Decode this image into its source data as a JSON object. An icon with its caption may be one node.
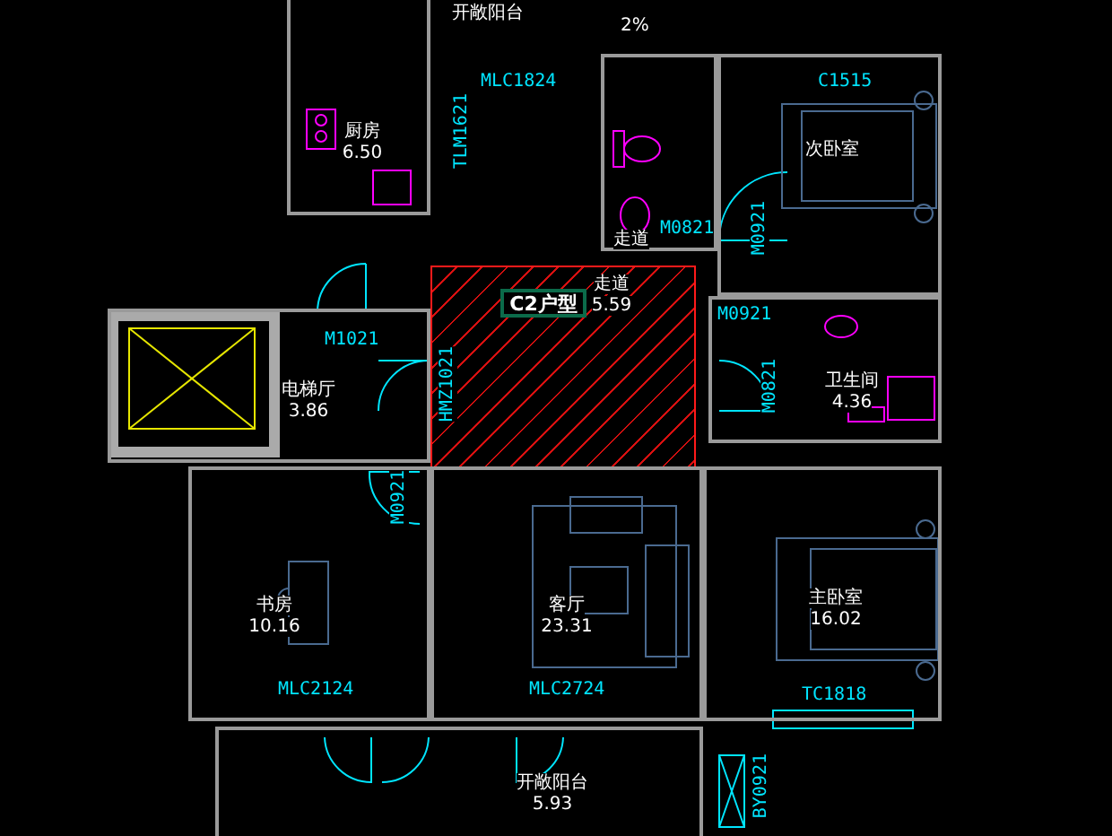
{
  "diagram": {
    "nodes": [
      {
        "text": [
          "厨房",
          "6.50"
        ]
      },
      {
        "text": [
          "走道"
        ]
      },
      {
        "text": [
          "次卧室"
        ]
      },
      {
        "text": [
          "走道",
          "5.59"
        ]
      },
      {
        "text": [
          "C2户型"
        ],
        "in": 3
      },
      {
        "text": [
          "电梯厅",
          "3.86"
        ]
      },
      {
        "text": [
          "卫生间",
          "4.36"
        ]
      },
      {
        "text": [
          "书房",
          "10.16"
        ]
      },
      {
        "text": [
          "客厅",
          "23.31"
        ]
      },
      {
        "text": [
          "主卧室",
          "16.02"
        ]
      },
      {
        "text": [
          "开敞阳台",
          "5.93"
        ]
      }
    ],
    "edges": [],
    "labels": [
      "开敞阳台",
      "2%",
      "MLC1824",
      "TLM1621",
      "C1515",
      "M0821",
      "M0921",
      "M1021",
      "HMZ1021",
      "M0921",
      "M0821",
      "M0921",
      "MLC2124",
      "MLC2724",
      "TC1818",
      "BY0921"
    ]
  }
}
